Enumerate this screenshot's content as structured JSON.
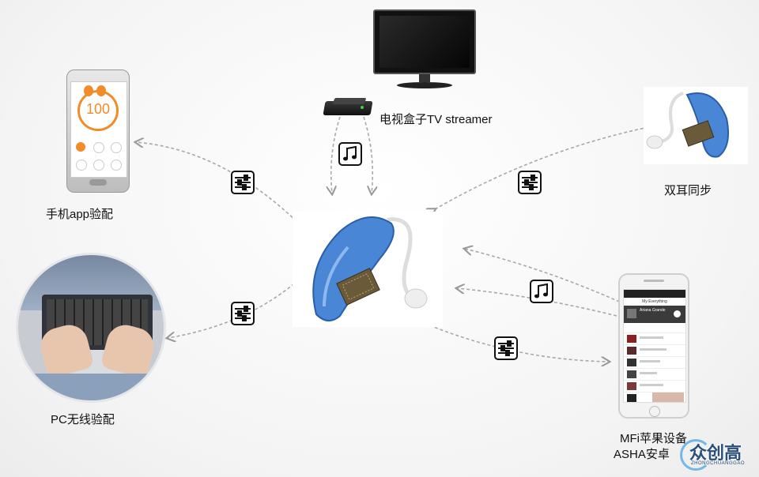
{
  "nodes": {
    "tv_box": {
      "label": "电视盒子TV streamer"
    },
    "phone_app": {
      "label": "手机app验配",
      "screen_value": "100"
    },
    "binaural": {
      "label": "双耳同步"
    },
    "pc": {
      "label": "PC无线验配"
    },
    "mfi": {
      "label_line1": "MFi苹果设备",
      "label_line2": "ASHA安卓"
    },
    "center": {}
  },
  "icons": {
    "music": "music-note-icon",
    "sliders": "sliders-settings-icon"
  },
  "watermark": {
    "main": "众创高",
    "sub": "ZHONGCHUANGGAO"
  },
  "iphone_screen": {
    "title": "My Everything",
    "header": "Ariana Grande"
  },
  "colors": {
    "aid_blue": "#4a86d6",
    "aid_dark": "#2b5ea8",
    "arrow": "#a8a8a8",
    "phone_orange": "#f28c2a"
  }
}
